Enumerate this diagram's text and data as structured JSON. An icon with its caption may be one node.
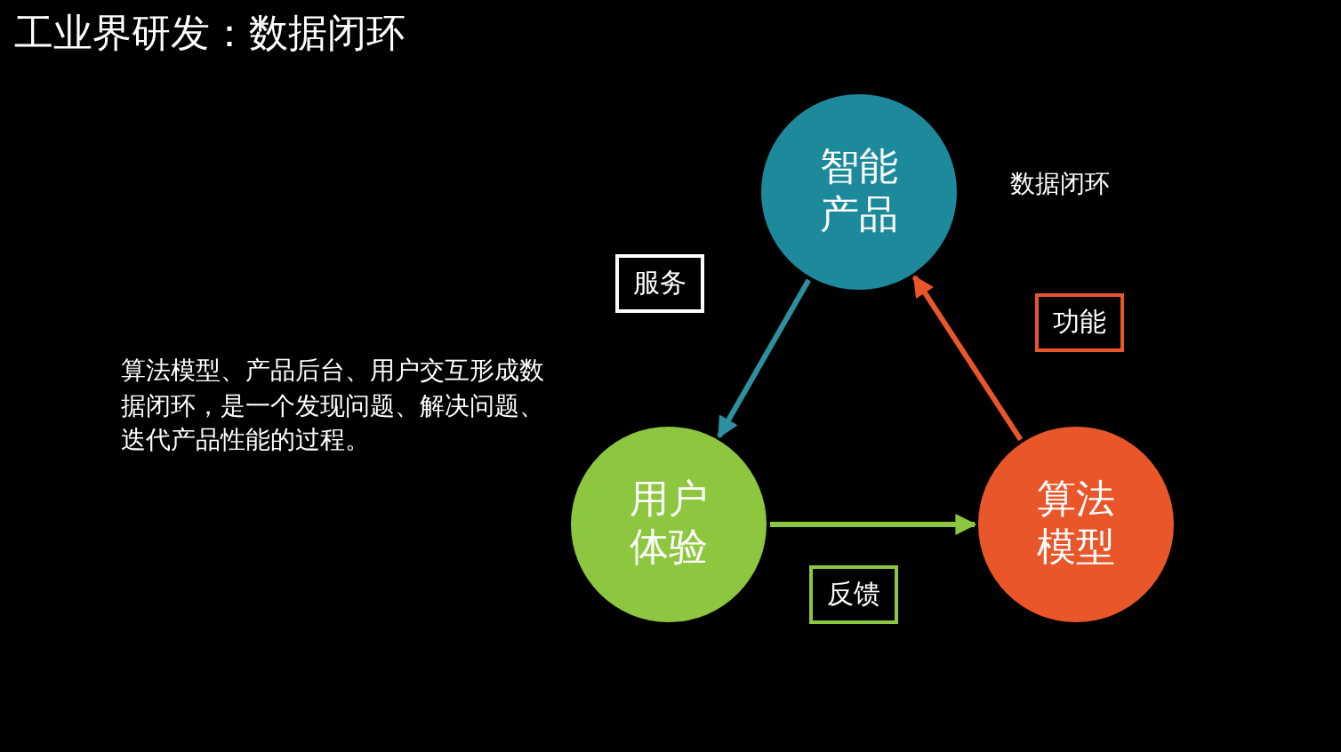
{
  "diagram": {
    "title": "工业界研发：数据闭环",
    "nodes": [
      {
        "text": [
          "智能产品"
        ]
      },
      {
        "text": [
          "用户体验"
        ]
      },
      {
        "text": [
          "算法模型"
        ]
      }
    ],
    "edges": [
      {
        "from": 0,
        "to": 1,
        "arrow": "to",
        "label": "服务",
        "color": "#2e8fa0"
      },
      {
        "from": 1,
        "to": 2,
        "arrow": "to",
        "label": "反馈",
        "color": "#8dc63f"
      },
      {
        "from": 2,
        "to": 0,
        "arrow": "to",
        "label": "功能",
        "color": "#e8562a"
      }
    ],
    "labels": [
      "数据闭环",
      "算法模型、产品后台、用户交互形成数据闭环，是一个发现问题、解决问题、迭代产品性能的过程。"
    ]
  }
}
